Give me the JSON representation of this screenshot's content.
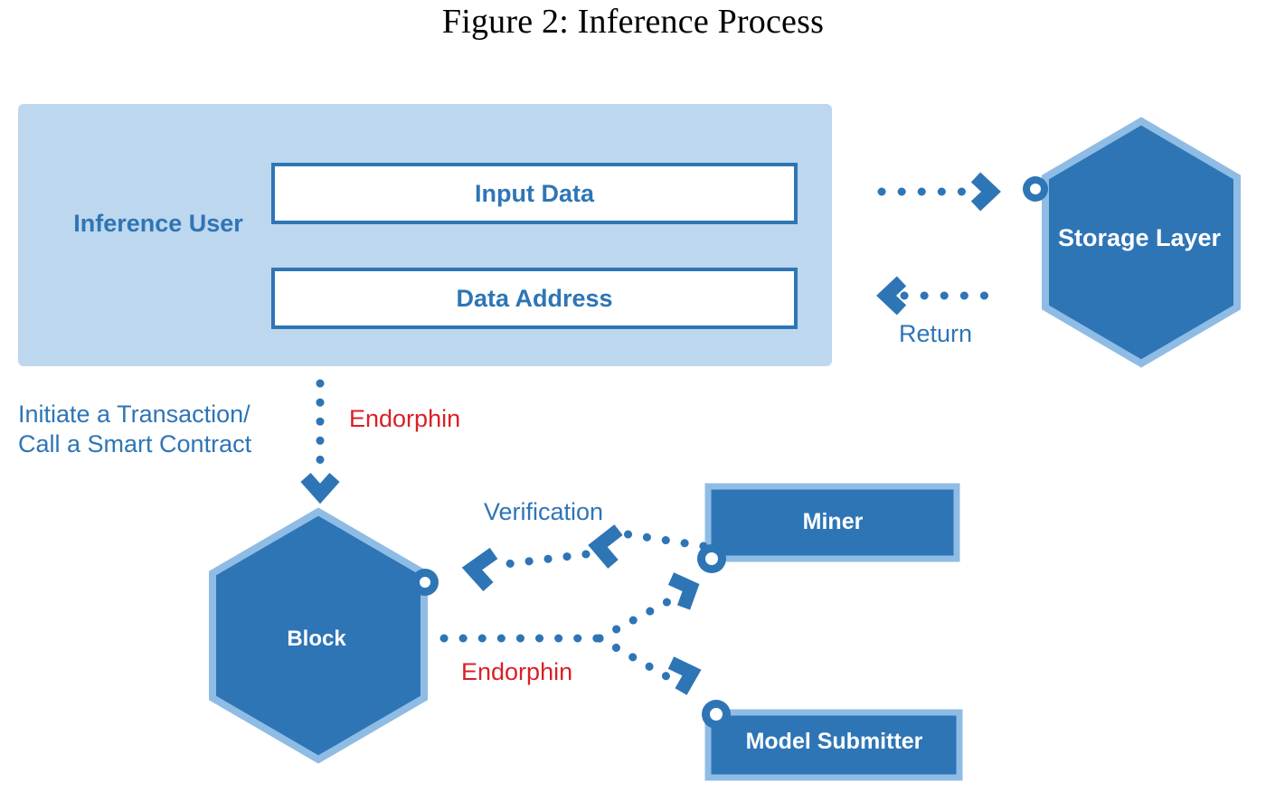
{
  "figure": {
    "title": "Figure 2: Inference Process"
  },
  "colors": {
    "node_fill": "#2E75B6",
    "node_border": "#8FBCE4",
    "panel_fill": "#BDD7EE",
    "accent_blue": "#2E75B6",
    "accent_red": "#D92027",
    "white": "#FFFFFF"
  },
  "user_panel": {
    "label": "Inference User",
    "boxes": [
      {
        "label": "Input Data"
      },
      {
        "label": "Data Address"
      }
    ]
  },
  "nodes": {
    "storage_layer": {
      "label": "Storage Layer",
      "shape": "hexagon"
    },
    "block": {
      "label": "Block",
      "shape": "hexagon"
    },
    "miner": {
      "label": "Miner",
      "shape": "rectangle"
    },
    "model_submitter": {
      "label": "Model Submitter",
      "shape": "rectangle"
    }
  },
  "annotations": {
    "return": "Return",
    "initiate_line1": "Initiate a Transaction/",
    "initiate_line2": "Call a Smart Contract",
    "endorphin_top": "Endorphin",
    "verification": "Verification",
    "endorphin_bottom": "Endorphin"
  },
  "edges": [
    {
      "name": "input-data-to-storage",
      "from": "Input Data",
      "to": "Storage Layer",
      "style": "dotted",
      "arrow": "right",
      "label": ""
    },
    {
      "name": "storage-to-user-return",
      "from": "Storage Layer",
      "to": "Inference User",
      "style": "dotted",
      "arrow": "left",
      "label": "Return"
    },
    {
      "name": "user-to-block",
      "from": "Data Address",
      "to": "Block",
      "style": "dotted",
      "arrow": "down",
      "label": "Initiate a Transaction/ Call a Smart Contract"
    },
    {
      "name": "miner-to-block-verification",
      "from": "Miner",
      "to": "Block",
      "style": "dotted",
      "arrow": "left",
      "label": "Verification"
    },
    {
      "name": "block-to-miner-endorphin",
      "from": "Block",
      "to": "Miner",
      "style": "dotted",
      "arrow": "right",
      "label": "Endorphin"
    },
    {
      "name": "block-to-model-submitter-endorphin",
      "from": "Block",
      "to": "Model Submitter",
      "style": "dotted",
      "arrow": "right",
      "label": "Endorphin"
    }
  ],
  "chart_data": {
    "type": "diagram",
    "title": "Figure 2: Inference Process",
    "nodes": [
      {
        "id": "inference_user",
        "label": "Inference User",
        "shape": "panel"
      },
      {
        "id": "input_data",
        "label": "Input Data",
        "shape": "rect"
      },
      {
        "id": "data_address",
        "label": "Data Address",
        "shape": "rect"
      },
      {
        "id": "storage_layer",
        "label": "Storage Layer",
        "shape": "hexagon"
      },
      {
        "id": "block",
        "label": "Block",
        "shape": "hexagon"
      },
      {
        "id": "miner",
        "label": "Miner",
        "shape": "rect"
      },
      {
        "id": "model_submitter",
        "label": "Model Submitter",
        "shape": "rect"
      }
    ],
    "links": [
      {
        "source": "input_data",
        "target": "storage_layer",
        "label": ""
      },
      {
        "source": "storage_layer",
        "target": "inference_user",
        "label": "Return"
      },
      {
        "source": "data_address",
        "target": "block",
        "label": "Initiate a Transaction/Call a Smart Contract | Endorphin"
      },
      {
        "source": "miner",
        "target": "block",
        "label": "Verification"
      },
      {
        "source": "block",
        "target": "miner",
        "label": "Endorphin"
      },
      {
        "source": "block",
        "target": "model_submitter",
        "label": "Endorphin"
      }
    ]
  }
}
